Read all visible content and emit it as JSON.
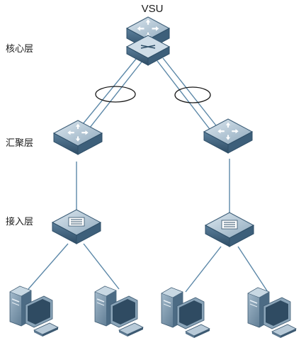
{
  "diagram": {
    "title": "VSU",
    "layers": {
      "core": "核心层",
      "aggregation": "汇聚层",
      "access": "接入层"
    },
    "colors": {
      "switch_top": "#b4c8d6",
      "switch_side": "#4a6e8a",
      "switch_edge": "#2f4f68",
      "link": "#5c88a8",
      "pc_body": "#6e8ea8",
      "pc_dark": "#3d5a72"
    },
    "icons": {
      "core_switch": "core-switch-icon",
      "aggregation_switch": "aggregation-switch-icon",
      "access_switch": "access-switch-icon",
      "pc": "desktop-computer-icon"
    }
  }
}
